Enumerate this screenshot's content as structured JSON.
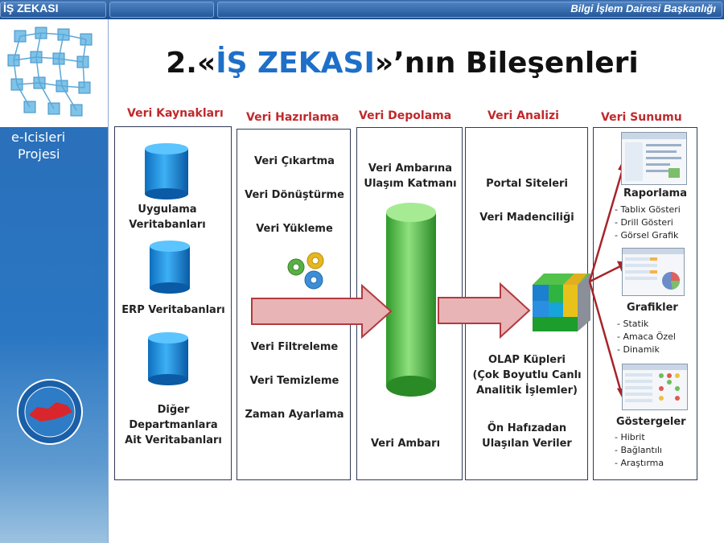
{
  "header": {
    "brand": "İŞ ZEKASI",
    "department": "Bilgi İşlem Dairesi Başkanlığı"
  },
  "sidebar": {
    "project_line1": "e-Icisleri",
    "project_line2": "Projesi"
  },
  "title": {
    "prefix": "2.«",
    "highlight": "İŞ ZEKASI",
    "suffix": "»’nın Bileşenleri"
  },
  "columns": {
    "sources": {
      "title": "Veri Kaynakları",
      "items": [
        {
          "line1": "Uygulama",
          "line2": "Veritabanları"
        },
        {
          "line1": "ERP Veritabanları"
        },
        {
          "line1": "Diğer",
          "line2": "Departmanlara",
          "line3": "Ait Veritabanları"
        }
      ]
    },
    "prep": {
      "title": "Veri Hazırlama",
      "top_items": [
        "Veri Çıkartma",
        "Veri Dönüştürme",
        "Veri Yükleme"
      ],
      "bottom_items": [
        "Veri Filtreleme",
        "Veri Temizleme",
        "Zaman Ayarlama"
      ]
    },
    "storage": {
      "title": "Veri Depolama",
      "access_line1": "Veri Ambarına",
      "access_line2": "Ulaşım Katmanı",
      "warehouse": "Veri Ambarı"
    },
    "analysis": {
      "title": "Veri Analizi",
      "items": [
        "Portal Siteleri",
        "Veri Madenciliği"
      ],
      "olap_lines": [
        "OLAP Küpleri",
        "(Çok Boyutlu Canlı",
        "Analitik İşlemler)"
      ],
      "cache_lines": [
        "Ön Hafızadan",
        "Ulaşılan Veriler"
      ]
    },
    "presentation": {
      "title": "Veri Sunumu",
      "groups": [
        {
          "name": "Raporlama",
          "items": [
            "- Tablix Gösteri",
            "- Drill Gösteri",
            "- Görsel Grafik"
          ]
        },
        {
          "name": "Grafikler",
          "items": [
            "- Statik",
            "- Amaca Özel",
            "- Dinamik"
          ]
        },
        {
          "name": "Göstergeler",
          "items": [
            "- Hibrit",
            "- Bağlantılı",
            "- Araştırma"
          ]
        }
      ]
    }
  },
  "colors": {
    "accent_red": "#c0282b",
    "title_blue": "#1e6fc8",
    "db_blue": "#1a8fe0",
    "cylinder_green": "#43b53f",
    "arrow_fill": "#e8b4b6",
    "arrow_stroke": "#b23a3f"
  }
}
